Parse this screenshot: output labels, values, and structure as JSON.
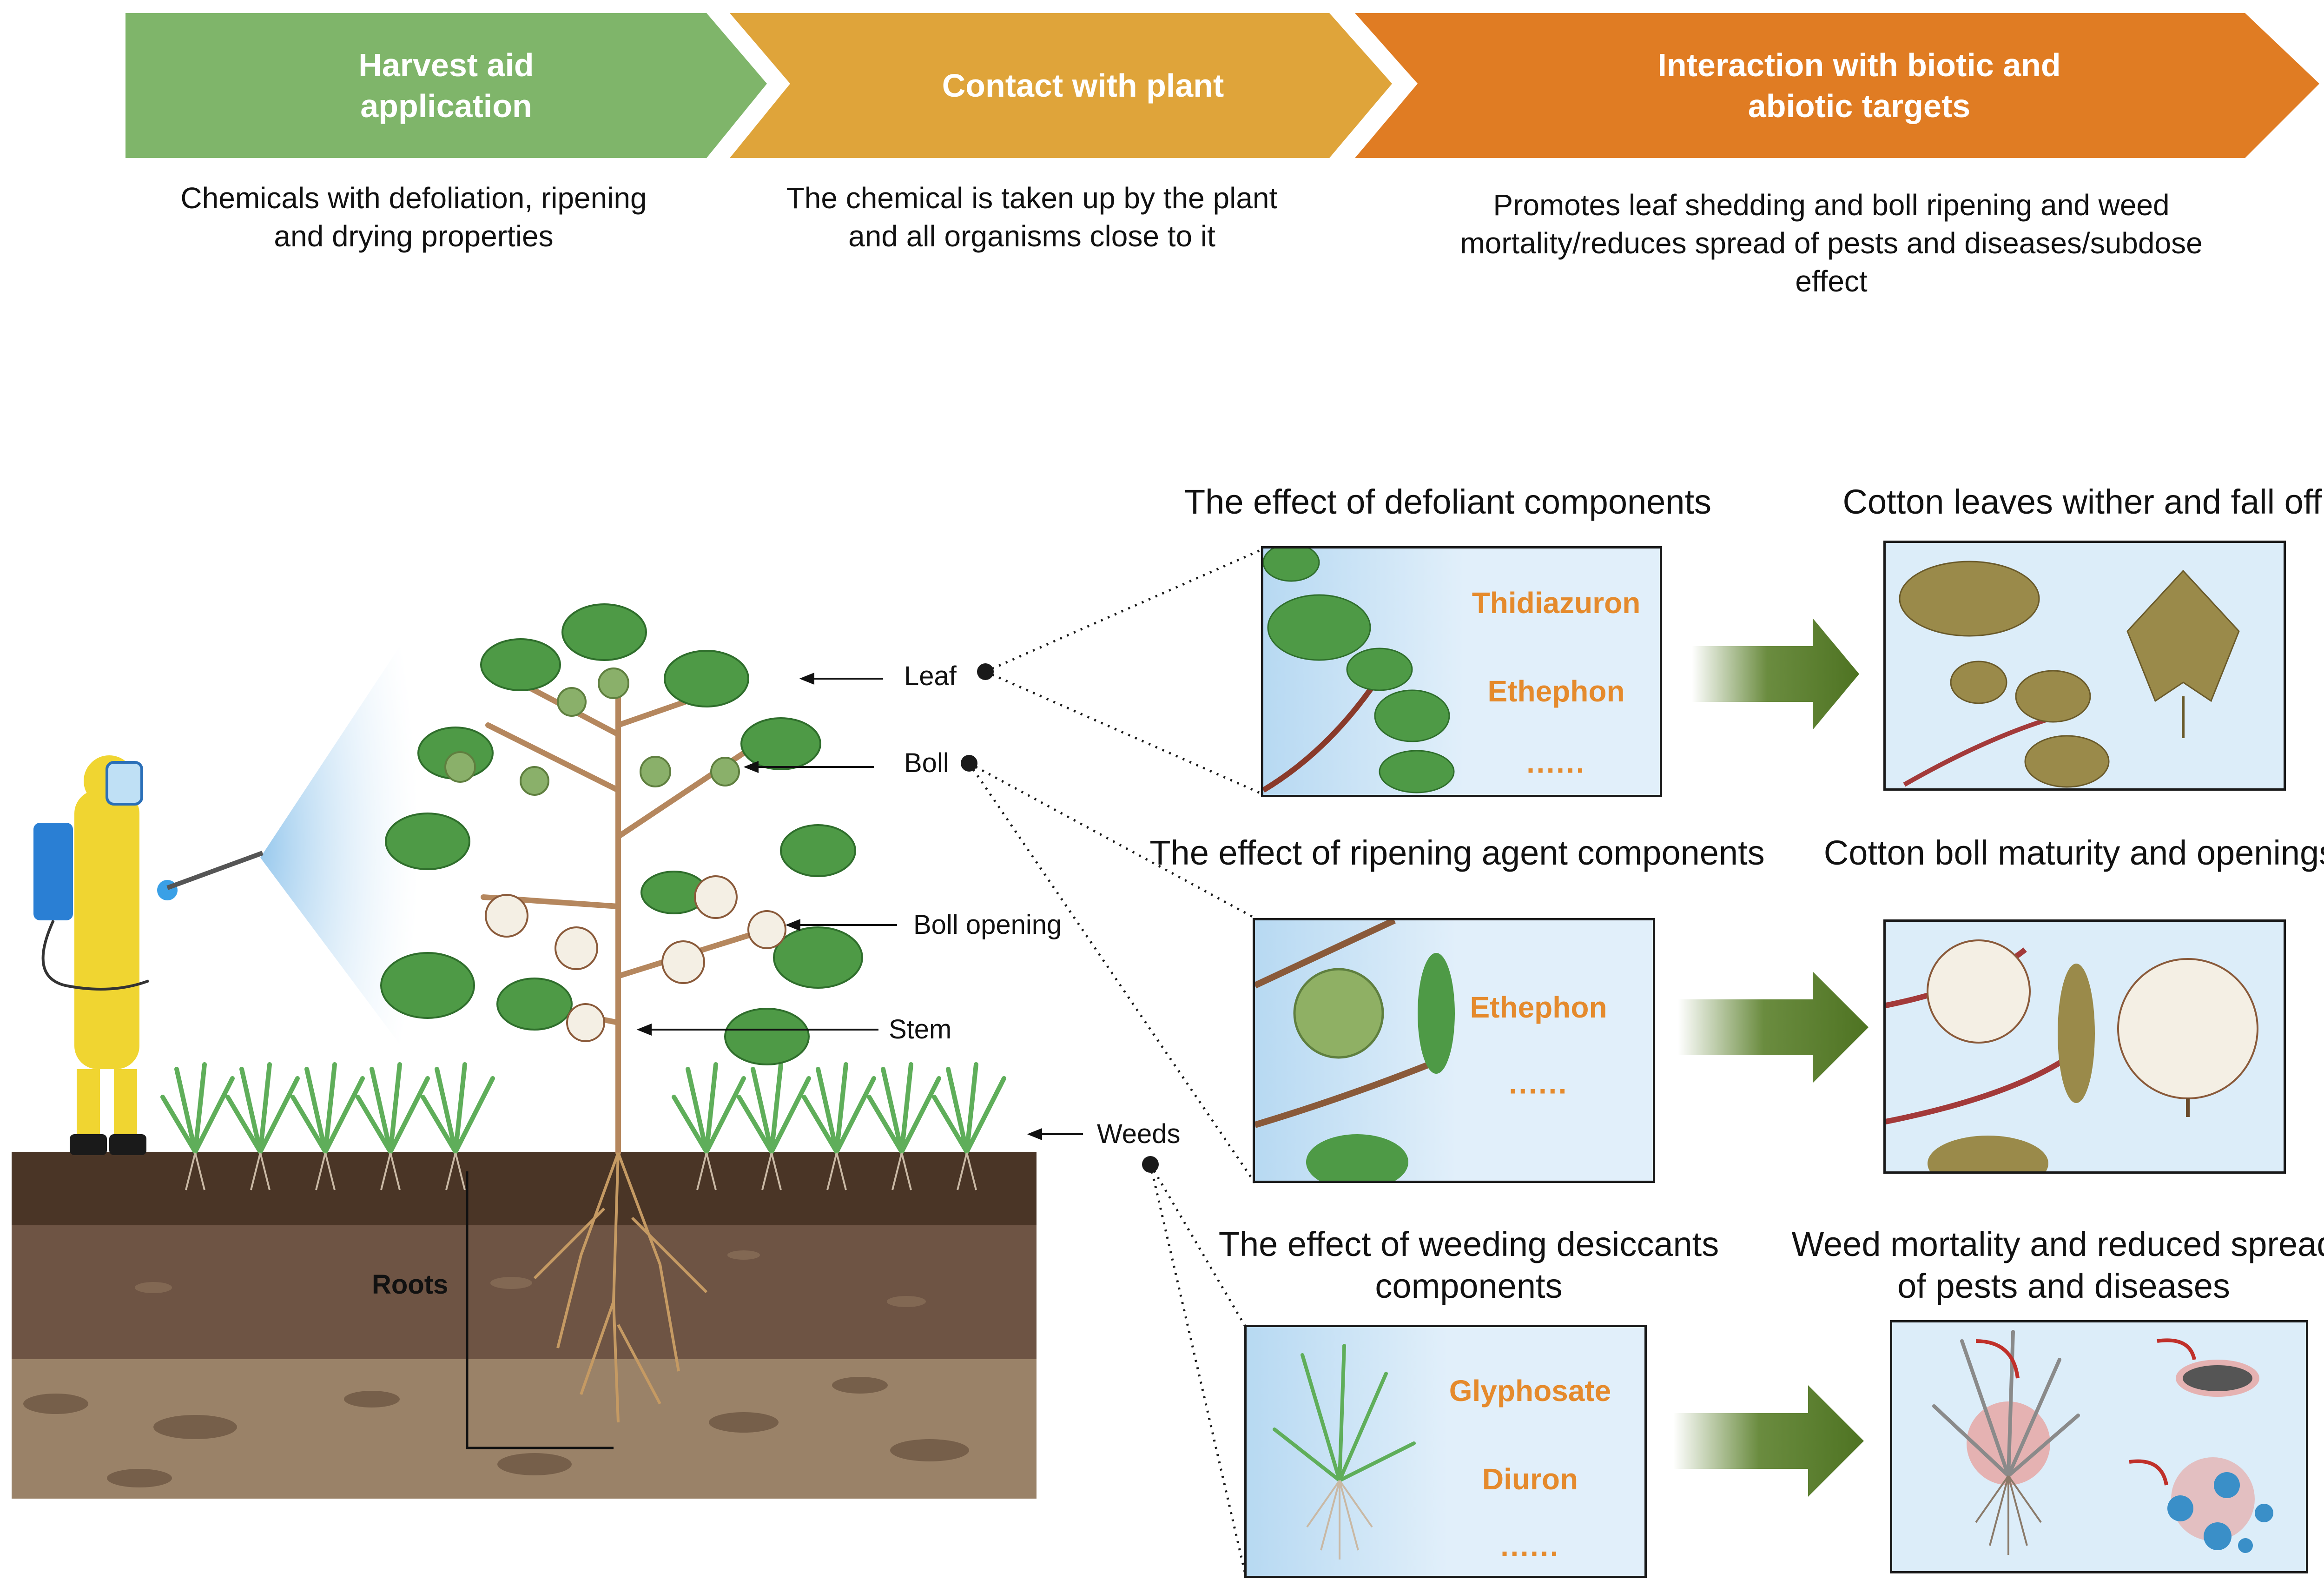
{
  "steps": [
    {
      "title": "Harvest aid\napplication",
      "desc": "Chemicals with defoliation, ripening\nand drying properties",
      "color": "#7fb56a"
    },
    {
      "title": "Contact with plant",
      "desc": "The chemical is taken up by the plant\nand all organisms close to it",
      "color": "#dfa43a"
    },
    {
      "title": "Interaction with biotic and\nabiotic targets",
      "desc": "Promotes leaf shedding and boll ripening and weed\nmortality/reduces spread of pests and diseases/subdose\neffect",
      "color": "#e07c23"
    }
  ],
  "plant_labels": {
    "leaf": "Leaf",
    "boll": "Boll",
    "boll_opening": "Boll opening",
    "stem": "Stem",
    "weeds": "Weeds",
    "roots": "Roots"
  },
  "effects": [
    {
      "heading": "The effect of defoliant components",
      "chemicals": [
        "Thidiazuron",
        "Ethephon",
        "······"
      ],
      "result": "Cotton leaves wither and fall off"
    },
    {
      "heading": "The effect of ripening agent components",
      "chemicals": [
        "Ethephon",
        "······"
      ],
      "result": "Cotton boll maturity and openings"
    },
    {
      "heading": "The effect of weeding desiccants\ncomponents",
      "chemicals": [
        "Glyphosate",
        "Diuron",
        "······"
      ],
      "result": "Weed mortality and reduced spread\nof pests and diseases"
    }
  ],
  "colors": {
    "chemical_text": "#e58a2c",
    "panel_bg": "#dcedf9",
    "arrow_green": "#5a7f2a",
    "soil_top": "#4a3526",
    "soil_mid": "#6e5444",
    "soil_bottom": "#9a8268"
  }
}
